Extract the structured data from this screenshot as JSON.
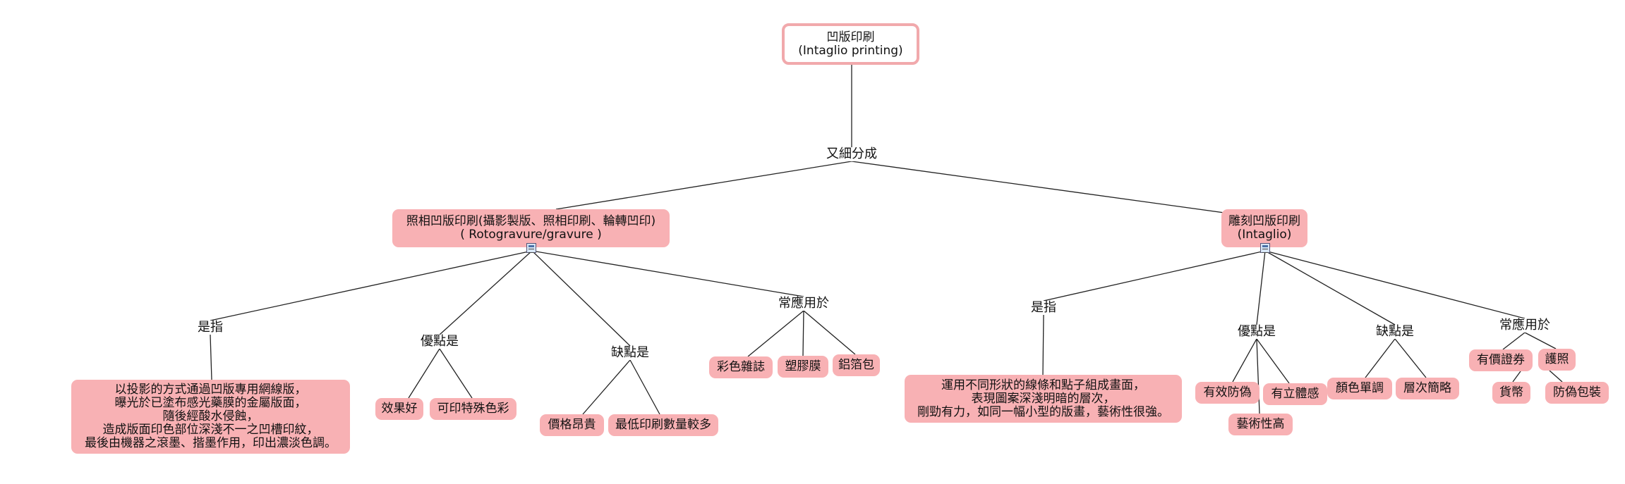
{
  "root": {
    "line1": "凹版印刷",
    "line2": "(Intaglio printing)"
  },
  "split_label": "又細分成",
  "photo": {
    "line1": "照相凹版印刷(攝影製版、照相印刷、輪轉凹印)",
    "line2": "( Rotogravure/gravure )",
    "label_def": "是指",
    "label_adv": "優點是",
    "label_dis": "缺點是",
    "label_use": "常應用於",
    "definition": [
      "以投影的方式通過凹版專用網線版，",
      "曝光於已塗布感光藥膜的金屬版面，",
      "隨後經酸水侵蝕，",
      "造成版面印色部位深淺不一之凹槽印紋，",
      "最後由機器之滾墨、揩墨作用，印出濃淡色調。"
    ],
    "advantages": [
      "效果好",
      "可印特殊色彩"
    ],
    "disadvantages": [
      "價格昂貴",
      "最低印刷數量較多"
    ],
    "uses": [
      "彩色雜誌",
      "塑膠膜",
      "鋁箔包"
    ]
  },
  "engrave": {
    "line1": "雕刻凹版印刷",
    "line2": "(Intaglio)",
    "label_def": "是指",
    "label_adv": "優點是",
    "label_dis": "缺點是",
    "label_use": "常應用於",
    "definition": [
      "運用不同形狀的線條和點子組成畫面，",
      "表現圖案深淺明暗的層次，",
      "剛勁有力，如同一幅小型的版畫，藝術性很強。"
    ],
    "advantages": [
      "有效防偽",
      "有立體感",
      "藝術性高"
    ],
    "disadvantages": [
      "顏色單調",
      "層次簡略"
    ],
    "uses": [
      "有價證券",
      "護照",
      "貨幣",
      "防偽包裝"
    ]
  },
  "colors": {
    "node_fill": "#f8b1b4",
    "root_border": "#f1a9ac",
    "line": "#222222"
  }
}
